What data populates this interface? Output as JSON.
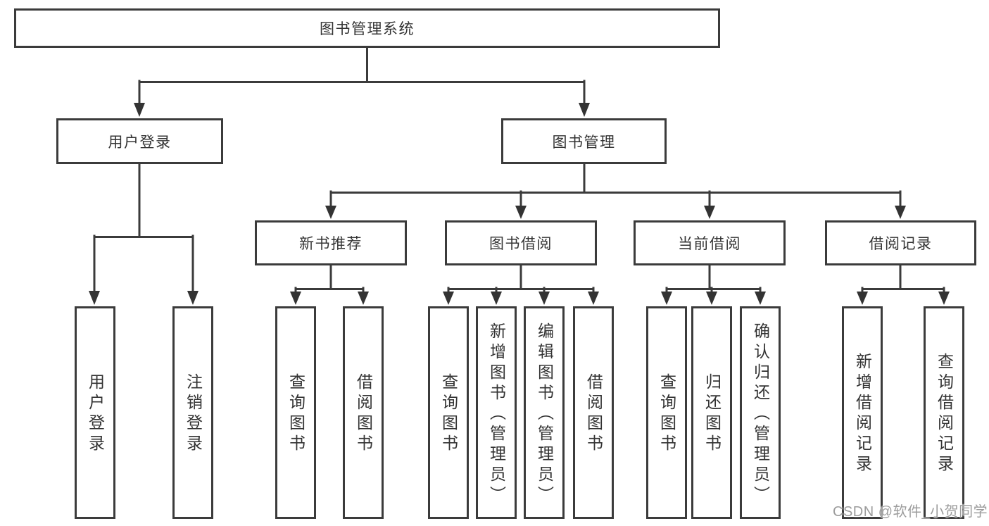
{
  "diagram": {
    "type": "hierarchy-tree",
    "colors": {
      "line": "#3b3b3b",
      "border": "#3b3b3b",
      "text": "#333333",
      "arrow": "#333333",
      "background": "#ffffff",
      "watermark_text": "#9c9c9c"
    },
    "tree": {
      "label": "图书管理系统",
      "children": [
        {
          "label": "用户登录",
          "children": [
            {
              "label": "用户登录"
            },
            {
              "label": "注销登录"
            }
          ]
        },
        {
          "label": "图书管理",
          "children": [
            {
              "label": "新书推荐",
              "children": [
                {
                  "label": "查询图书"
                },
                {
                  "label": "借阅图书"
                }
              ]
            },
            {
              "label": "图书借阅",
              "children": [
                {
                  "label": "查询图书"
                },
                {
                  "label": "新增图书（管理员）"
                },
                {
                  "label": "编辑图书（管理员）"
                },
                {
                  "label": "借阅图书"
                }
              ]
            },
            {
              "label": "当前借阅",
              "children": [
                {
                  "label": "查询图书"
                },
                {
                  "label": "归还图书"
                },
                {
                  "label": "确认归还（管理员）"
                }
              ]
            },
            {
              "label": "借阅记录",
              "children": [
                {
                  "label": "新增借阅记录"
                },
                {
                  "label": "查询借阅记录"
                }
              ]
            }
          ]
        }
      ]
    }
  },
  "watermark": {
    "text": "CSDN @软件_小贺同学"
  }
}
